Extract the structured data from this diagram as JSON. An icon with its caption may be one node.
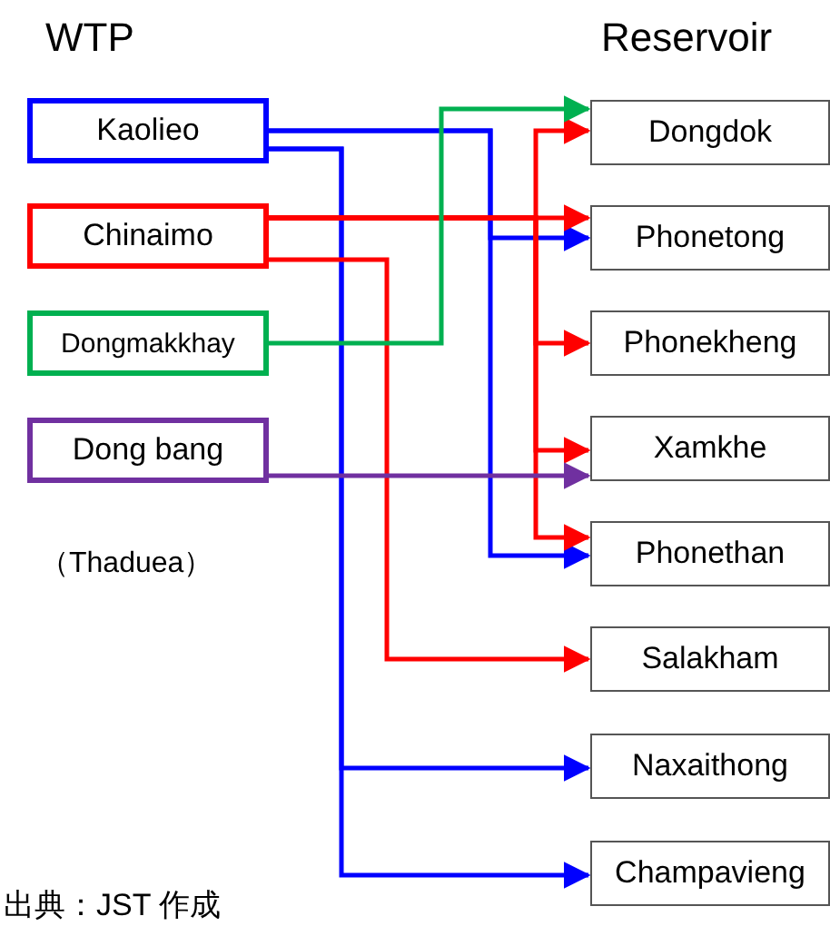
{
  "diagram": {
    "nodes": [
      {
        "text": [
          "Kaolieo"
        ]
      },
      {
        "text": [
          "Chinaimo"
        ]
      },
      {
        "text": [
          "Dongmakkhay"
        ]
      },
      {
        "text": [
          "Dong bang"
        ]
      },
      {
        "text": [
          "Dongdok"
        ]
      },
      {
        "text": [
          "Phonetong"
        ]
      },
      {
        "text": [
          "Phonekheng"
        ]
      },
      {
        "text": [
          "Xamkhe"
        ]
      },
      {
        "text": [
          "Phonethan"
        ]
      },
      {
        "text": [
          "Salakham"
        ]
      },
      {
        "text": [
          "Naxaithong"
        ]
      },
      {
        "text": [
          "Champavieng"
        ]
      }
    ],
    "edges": [
      {
        "from": 0,
        "to": 5,
        "arrow": "to",
        "color": "#0000ff"
      },
      {
        "from": 0,
        "to": 8,
        "arrow": "to",
        "color": "#0000ff"
      },
      {
        "from": 0,
        "to": 10,
        "arrow": "to",
        "color": "#0000ff"
      },
      {
        "from": 0,
        "to": 11,
        "arrow": "to",
        "color": "#0000ff"
      },
      {
        "from": 1,
        "to": 4,
        "arrow": "to",
        "color": "#ff0000"
      },
      {
        "from": 1,
        "to": 5,
        "arrow": "to",
        "color": "#ff0000"
      },
      {
        "from": 1,
        "to": 6,
        "arrow": "to",
        "color": "#ff0000"
      },
      {
        "from": 1,
        "to": 7,
        "arrow": "to",
        "color": "#ff0000"
      },
      {
        "from": 1,
        "to": 8,
        "arrow": "to",
        "color": "#ff0000"
      },
      {
        "from": 1,
        "to": 9,
        "arrow": "to",
        "color": "#ff0000"
      },
      {
        "from": 2,
        "to": 4,
        "arrow": "to",
        "color": "#00b050"
      },
      {
        "from": 3,
        "to": 7,
        "arrow": "to",
        "color": "#7030a0"
      }
    ],
    "labels": [
      "WTP",
      "Reservoir",
      "（Thaduea）",
      "出典：JST 作成"
    ]
  }
}
